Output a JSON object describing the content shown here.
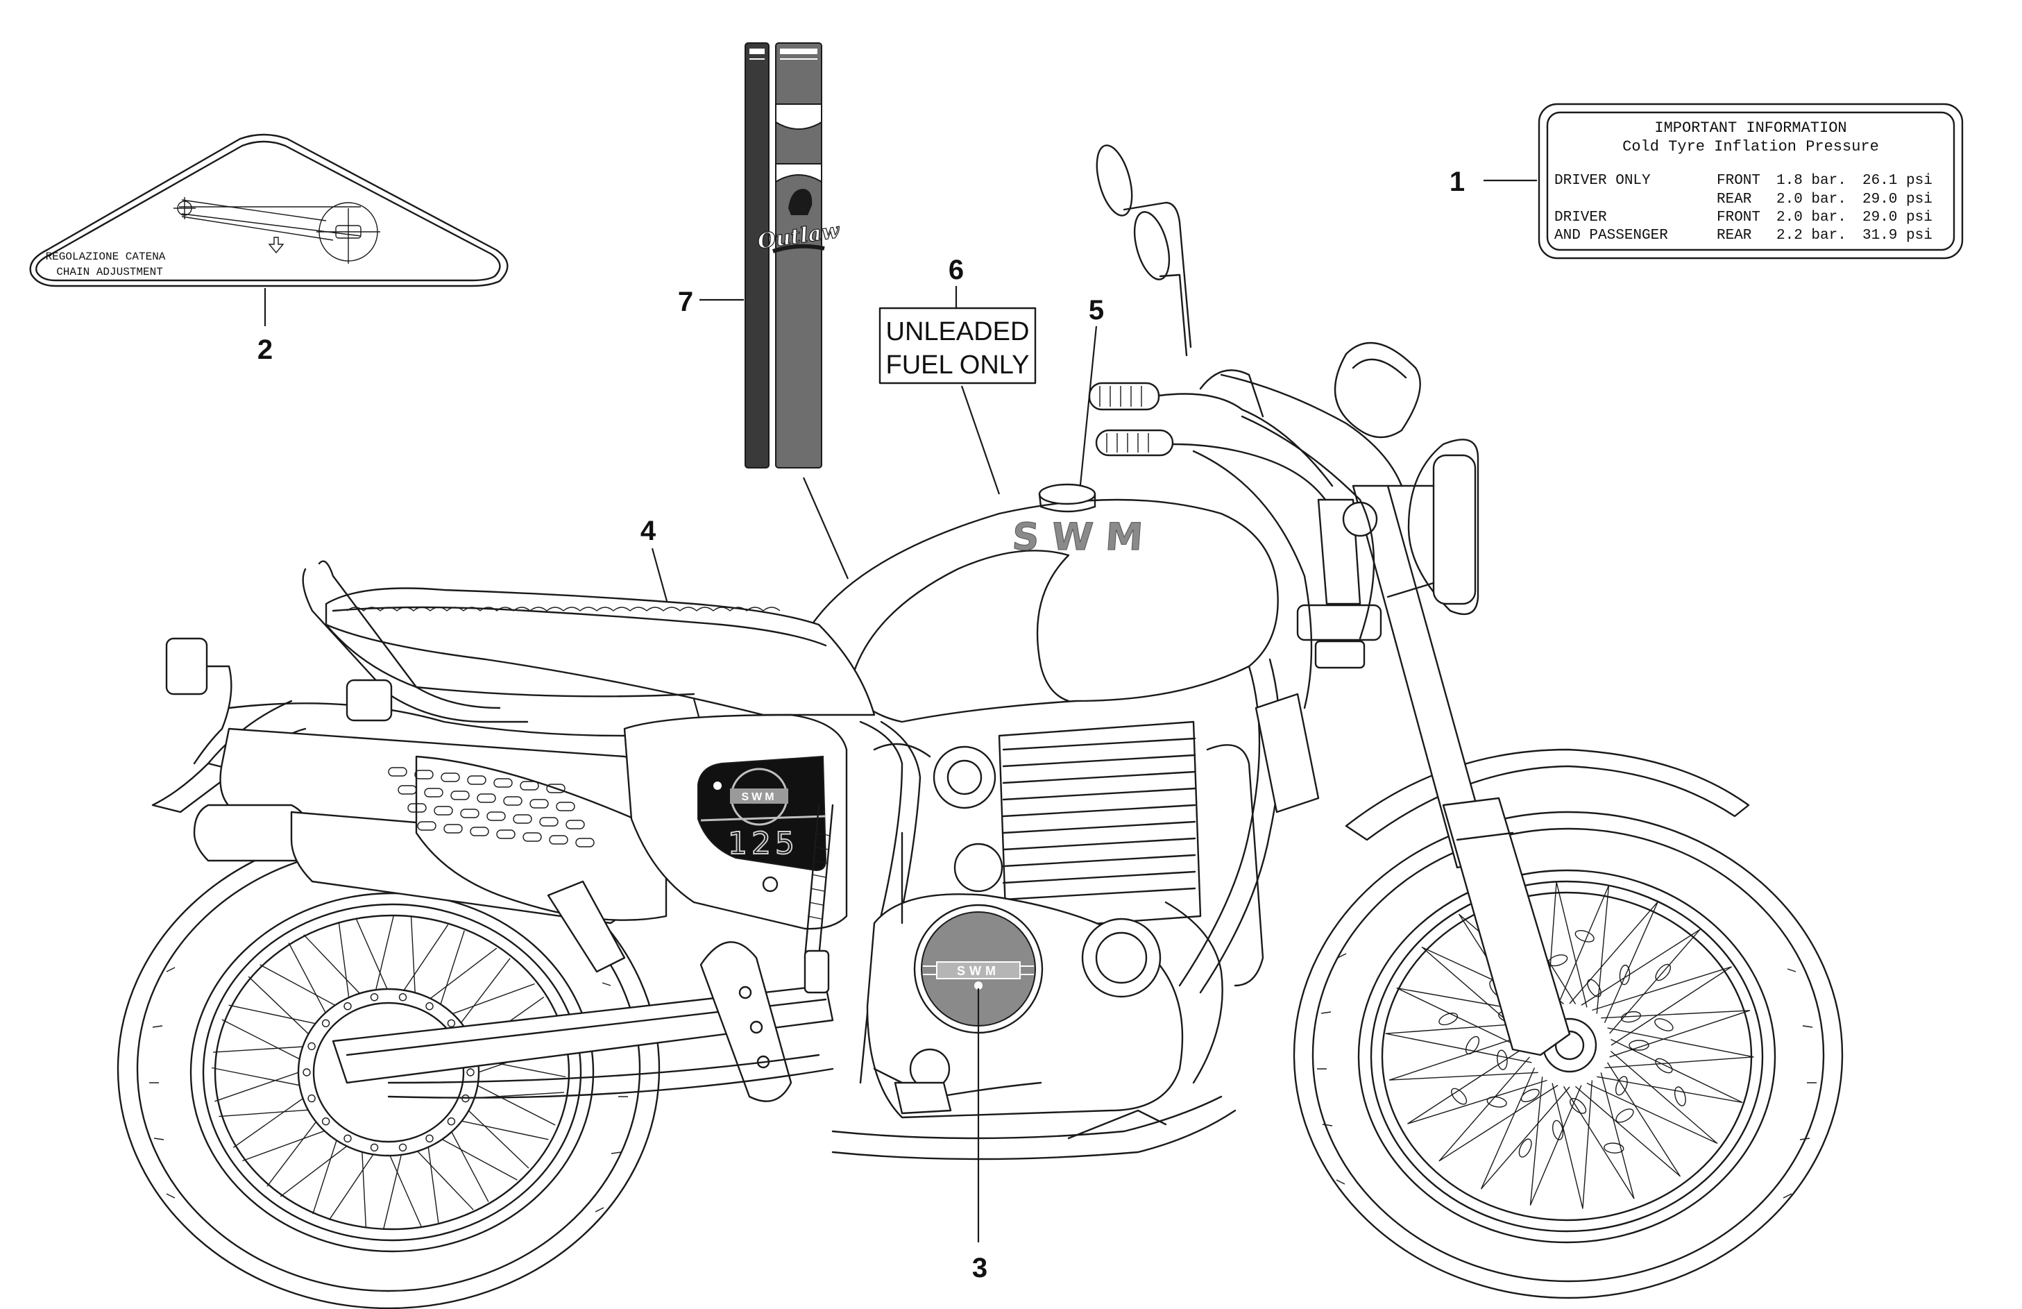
{
  "labels": {
    "tyre_info": {
      "heading": "IMPORTANT INFORMATION",
      "subheading": "Cold Tyre Inflation Pressure",
      "rows": [
        {
          "rider": "DRIVER ONLY",
          "wheel": "FRONT",
          "bar": "1.8 bar.",
          "psi": "26.1 psi"
        },
        {
          "rider": "",
          "wheel": "REAR",
          "bar": "2.0 bar.",
          "psi": "29.0 psi"
        },
        {
          "rider": "DRIVER",
          "wheel": "FRONT",
          "bar": "2.0 bar.",
          "psi": "29.0 psi"
        },
        {
          "rider": "AND PASSENGER",
          "wheel": "REAR",
          "bar": "2.2 bar.",
          "psi": "31.9 psi"
        }
      ]
    },
    "chain": {
      "line1": "REGOLAZIONE CATENA",
      "line2": "CHAIN ADJUSTMENT"
    },
    "fuel": {
      "line1": "UNLEADED",
      "line2": "FUEL ONLY"
    },
    "tank_logo": "SWM",
    "engine_logo": "SWM",
    "side_panel": {
      "logo": "SWM",
      "displacement": "125"
    },
    "stripe_script": "Outlaw"
  },
  "callouts": [
    "1",
    "2",
    "3",
    "4",
    "5",
    "6",
    "7"
  ],
  "colors": {
    "line": "#1a1a1a",
    "stripe_dark": "#3a3a3a",
    "stripe_grey": "#6e6e6e",
    "logo_grey": "#8a8a8a",
    "panel_black": "#111111"
  }
}
